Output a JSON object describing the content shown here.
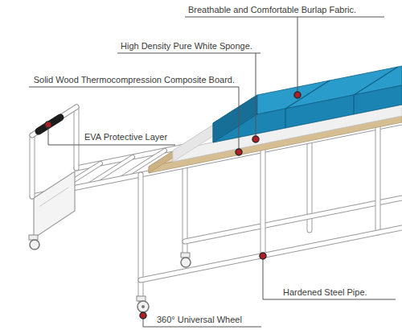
{
  "diagram": {
    "labels": [
      "Breathable and Comfortable Burlap Fabric.",
      "High Density Pure White Sponge.",
      "Solid Wood Thermocompression Composite Board.",
      "EVA Protective Layer",
      "Hardened Steel Pipe.",
      "360° Universal Wheel"
    ]
  }
}
